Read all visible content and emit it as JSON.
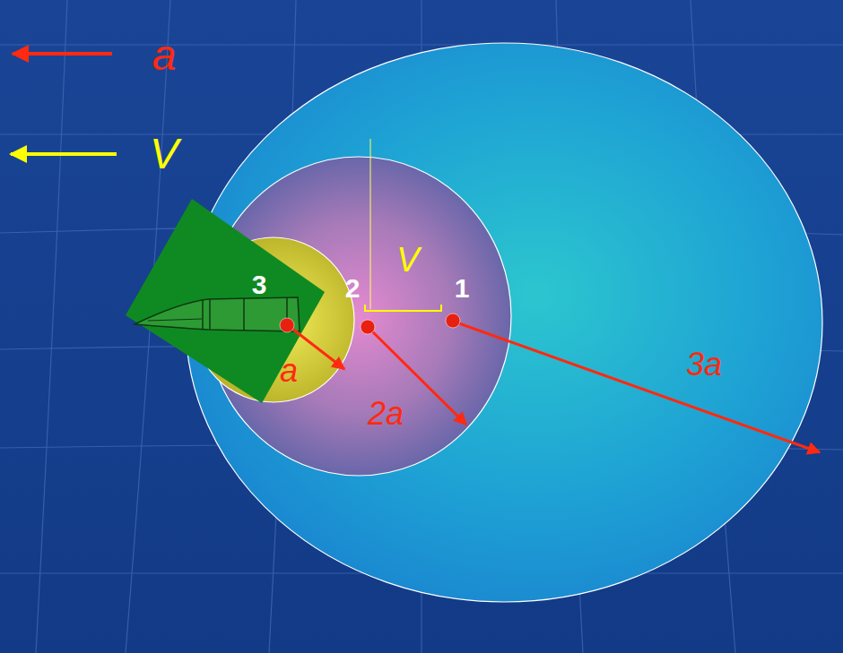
{
  "diagram": {
    "labels": [
      "a",
      "V",
      "3",
      "2",
      "1",
      "V",
      "a",
      "2a",
      "3a"
    ]
  }
}
